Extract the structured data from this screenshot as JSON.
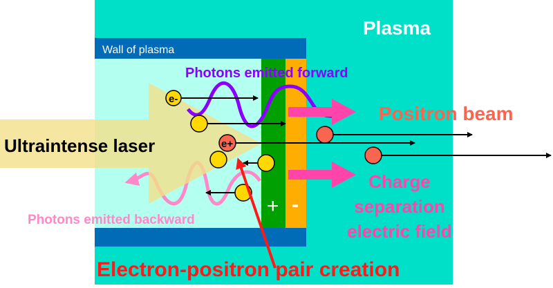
{
  "labels": {
    "plasma": "Plasma",
    "wall": "Wall of plasma",
    "forward_photons": "Photons emitted forward",
    "laser": "Ultraintense laser",
    "positron_beam": "Positron beam",
    "charge_line1": "Charge",
    "charge_line2": "separation",
    "charge_line3": "electric field",
    "backward_photons": "Photons emitted backward",
    "pair_creation": "Electron-positron pair creation",
    "electron": "e-",
    "positron": "e+",
    "plus": "+",
    "minus": "-"
  },
  "colors": {
    "plasma": "#00e0c8",
    "wall": "#006bb6",
    "inner": "#b3fff0",
    "green_layer": "#00a000",
    "orange_layer": "#ffad00",
    "laser": "#f2e08a",
    "forward": "#8800ff",
    "backward": "#ff88c8",
    "positron": "#f96650",
    "charge": "#ff44aa",
    "pair": "#ff1a1a"
  }
}
